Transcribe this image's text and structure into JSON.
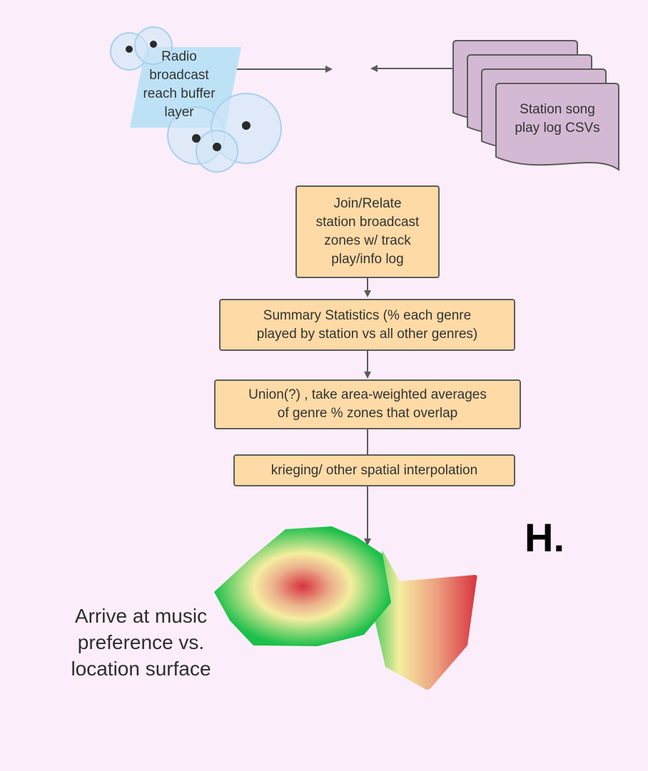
{
  "diagram": {
    "inputs": {
      "buffer_layer": "Radio\nbroadcast\nreach buffer\nlayer",
      "csv_logs": "Station song\nplay log CSVs"
    },
    "steps": [
      "Join/Relate\nstation broadcast\nzones w/ track\nplay/info log",
      "Summary Statistics  (% each genre\nplayed by station vs all other genres)",
      "Union(?) , take area-weighted averages\nof genre % zones that overlap",
      "krieging/ other spatial interpolation"
    ],
    "output": "Arrive at music\npreference vs.\nlocation surface",
    "panel_letter": "H.",
    "colors": {
      "background": "#fbeefa",
      "process_box": "#fddaa6",
      "document": "#d4b9d4",
      "buffer_shape": "#b9e0f5",
      "surface_low": "#1cc04a",
      "surface_mid": "#f5eda0",
      "surface_high": "#d8333f"
    }
  }
}
